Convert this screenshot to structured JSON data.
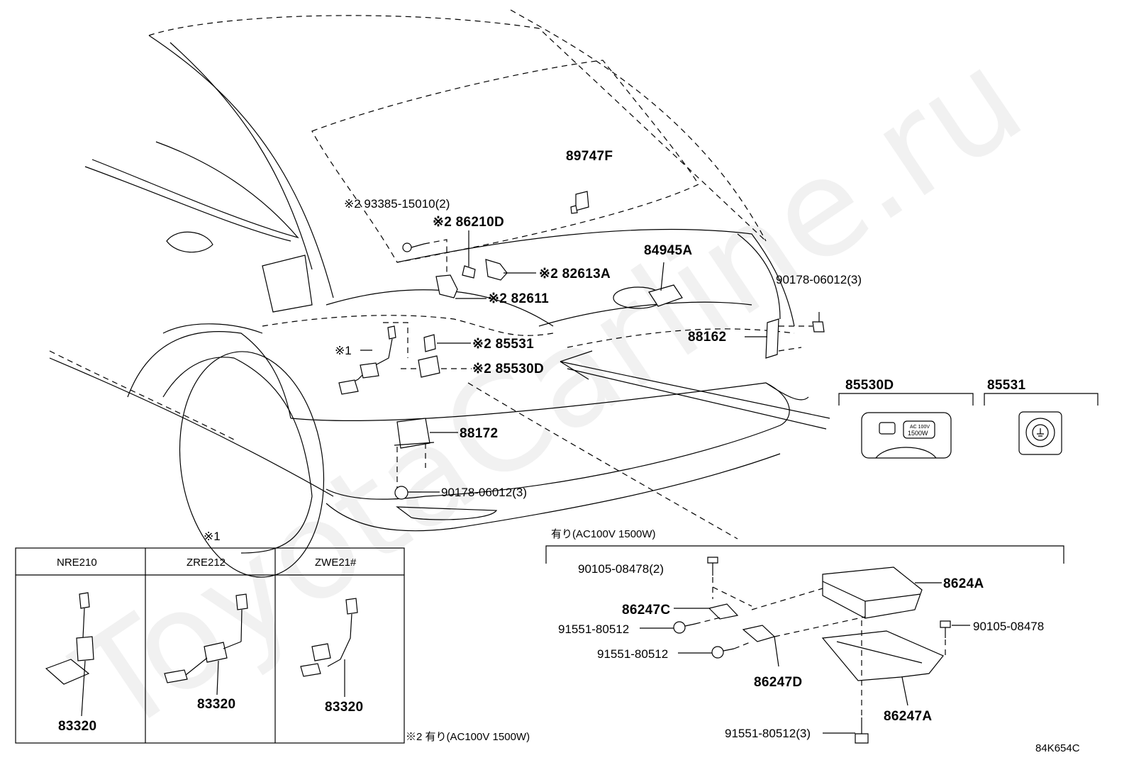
{
  "watermark": "ToyotaCarline.ru",
  "diagram_code": "84K654C",
  "callouts": {
    "p89747F": "89747F",
    "p93385": "※2 93385-15010(2)",
    "p86210D": "※2 86210D",
    "p82613A": "※2 82613A",
    "p82611": "※2 82611",
    "p84945A": "84945A",
    "p90178_top": "90178-06012(3)",
    "p88162": "88162",
    "p85531": "※2 85531",
    "p85530D": "※2 85530D",
    "note1": "※1",
    "p88172": "88172",
    "p90178_bottom": "90178-06012(3)"
  },
  "detail_panels": [
    {
      "title": "85530D",
      "label_ac": "AC 100V",
      "label_w": "1500W"
    },
    {
      "title": "85531"
    }
  ],
  "variant_table": {
    "marker": "※1",
    "columns": [
      {
        "header": "NRE210",
        "part": "83320"
      },
      {
        "header": "ZRE212",
        "part": "83320"
      },
      {
        "header": "ZWE21#",
        "part": "83320"
      }
    ]
  },
  "footnote": "※2 有り(AC100V 1500W)",
  "option_group": {
    "title": "有り(AC100V 1500W)",
    "parts": {
      "p90105_2": "90105-08478(2)",
      "p86247C": "86247C",
      "p91551_a": "91551-80512",
      "p91551_b": "91551-80512",
      "p86247D": "86247D",
      "p8624A": "8624A",
      "p90105": "90105-08478",
      "p86247A": "86247A",
      "p91551_3": "91551-80512(3)"
    }
  }
}
